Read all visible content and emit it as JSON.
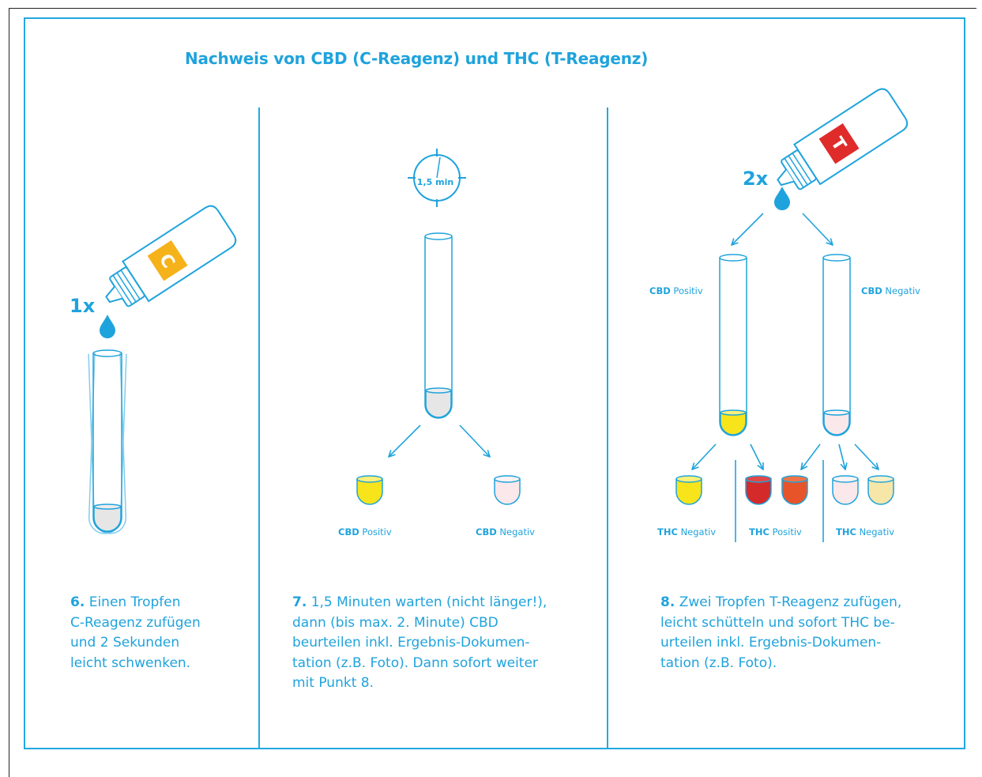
{
  "title": "Nachweis von CBD (C-Reagenz) und THC (T-Reagenz)",
  "colors": {
    "accent": "#1fa3dc",
    "yellow": "#f7e41a",
    "red": "#d42a2a",
    "orange": "#e8542a",
    "pale_pink": "#fbe8ea",
    "pale_yellow": "#f6e6a8",
    "bottle_c_label": "#f5b21a",
    "bottle_t_label": "#e02b2b"
  },
  "panel1": {
    "bottle_letter": "C",
    "drop_count": "1x",
    "step_number": "6.",
    "step_lines": [
      "Einen Tropfen",
      "C-Reagenz zufügen",
      "und 2 Sekunden",
      "leicht schwenken."
    ]
  },
  "panel2": {
    "timer_label": "1,5 min",
    "left_bold": "CBD",
    "left_rest": " Positiv",
    "right_bold": "CBD",
    "right_rest": " Negativ",
    "step_number": "7.",
    "step_lines": [
      "1,5 Minuten warten (nicht länger!),",
      "dann (bis max. 2. Minute) CBD",
      "beurteilen inkl. Ergebnis-Dokumen-",
      "tation (z.B. Foto). Dann sofort weiter",
      "mit Punkt 8."
    ]
  },
  "panel3": {
    "bottle_letter": "T",
    "drop_count": "2x",
    "tube_left_bold": "CBD",
    "tube_left_rest": " Positiv",
    "tube_right_bold": "CBD",
    "tube_right_rest": " Negativ",
    "result1_bold": "THC",
    "result1_rest": " Negativ",
    "result2_bold": "THC",
    "result2_rest": " Positiv",
    "result3_bold": "THC",
    "result3_rest": " Negativ",
    "step_number": "8.",
    "step_lines": [
      "Zwei Tropfen T-Reagenz zufügen,",
      "leicht schütteln und sofort THC be-",
      "urteilen inkl. Ergebnis-Dokumen-",
      "tation (z.B. Foto)."
    ]
  }
}
